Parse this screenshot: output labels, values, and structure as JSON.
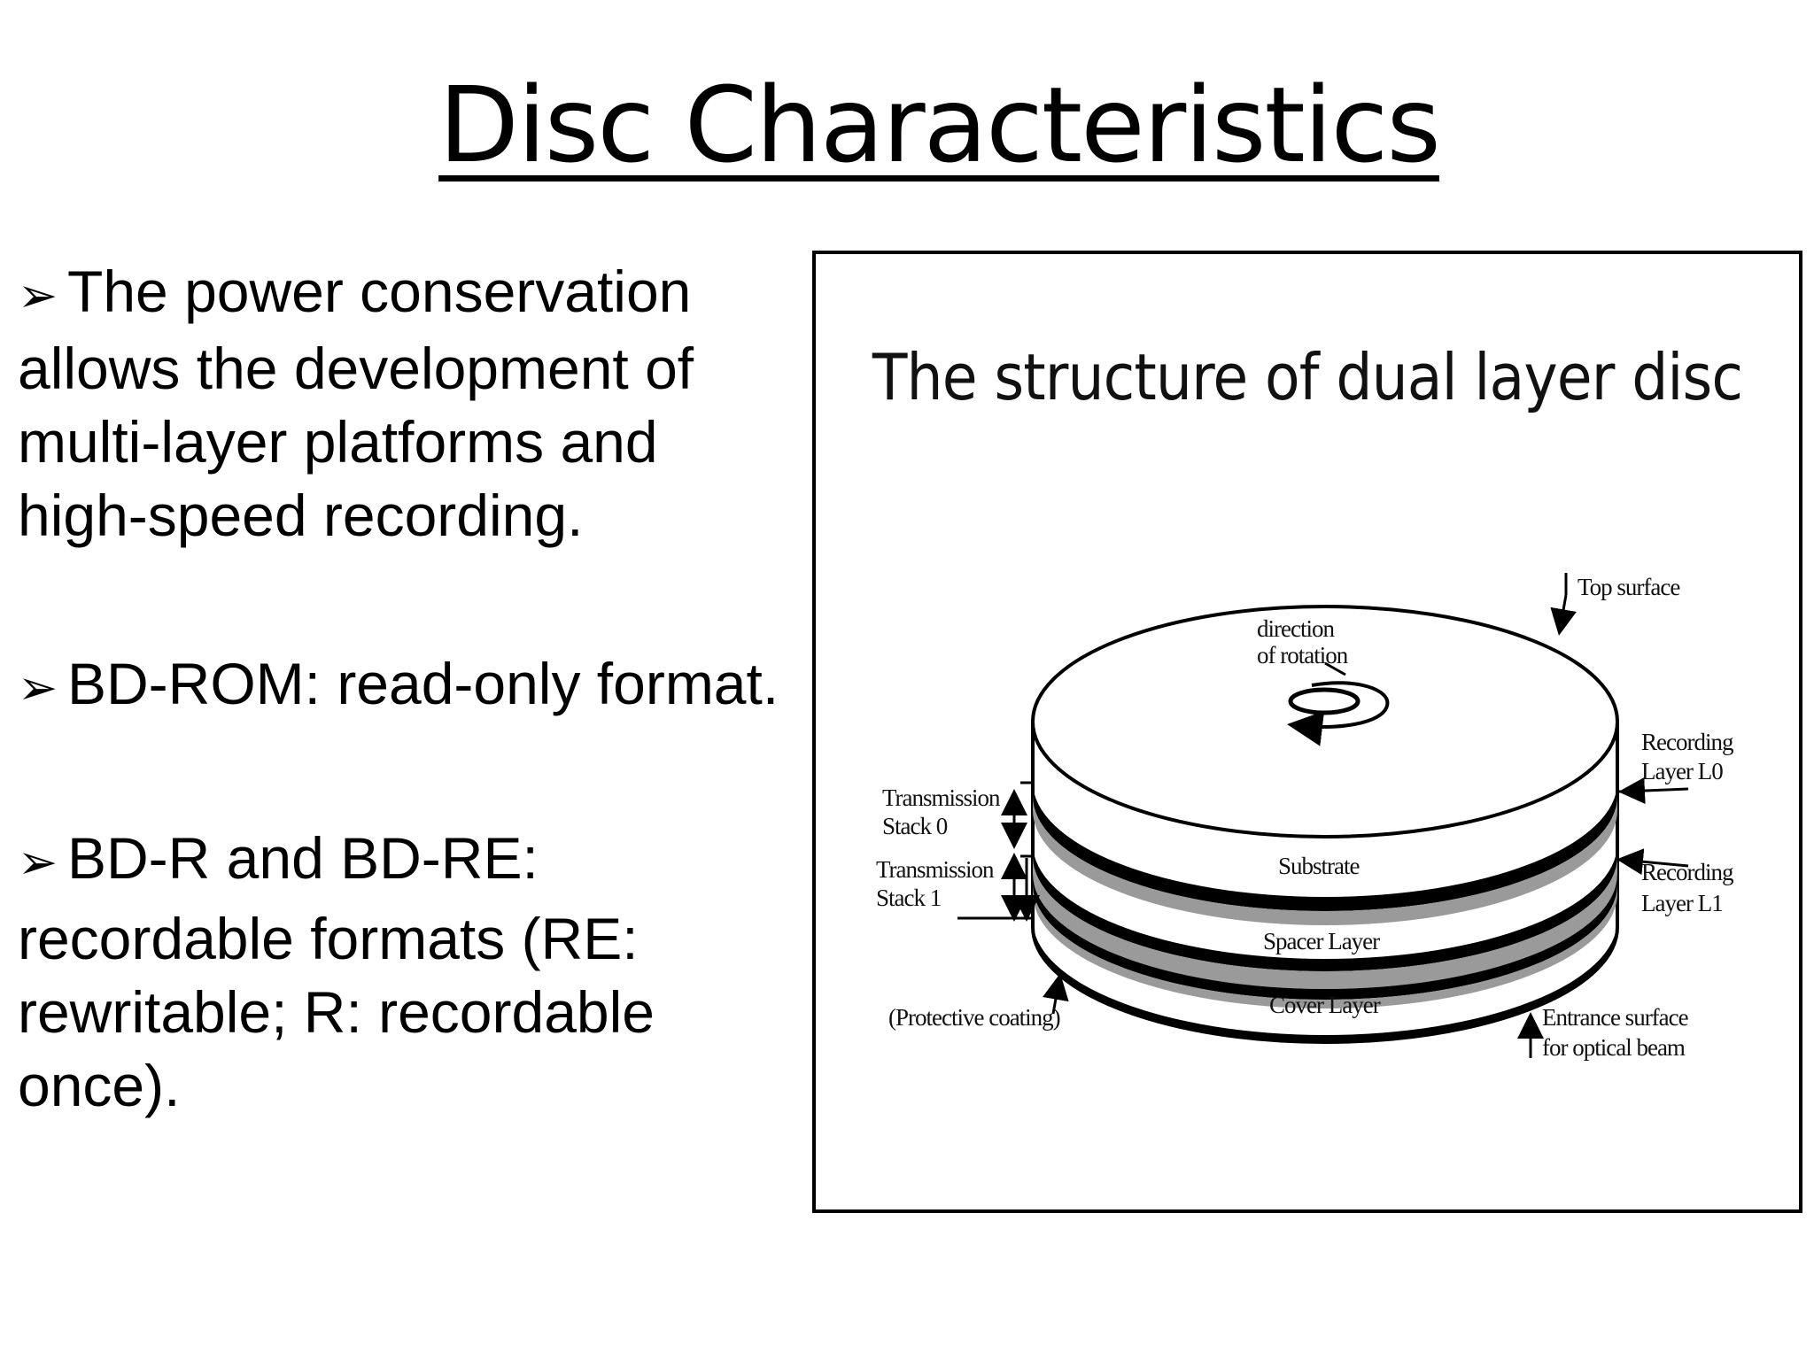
{
  "slide": {
    "title": "Disc Characteristics"
  },
  "bullets": [
    {
      "marker": "➢",
      "lines": [
        "The power conservation",
        "allows the development of",
        "multi-layer platforms and",
        "high-speed recording."
      ]
    },
    {
      "marker": "➢",
      "lines": [
        "BD-ROM: read-only format."
      ]
    },
    {
      "marker": "➢",
      "lines": [
        "BD-R and BD-RE:",
        "recordable formats (RE:",
        "rewritable; R: recordable",
        "once)."
      ]
    }
  ],
  "figure": {
    "title": "The structure of dual layer disc",
    "labels": {
      "top_surface": "Top surface",
      "direction_1": "direction",
      "direction_2": "of rotation",
      "recording_l0_1": "Recording",
      "recording_l0_2": "Layer L0",
      "recording_l1_1": "Recording",
      "recording_l1_2": "Layer L1",
      "transmission0_1": "Transmission",
      "transmission0_2": "Stack 0",
      "transmission1_1": "Transmission",
      "transmission1_2": "Stack 1",
      "substrate": "Substrate",
      "spacer": "Spacer Layer",
      "cover": "Cover Layer",
      "protective": "(Protective coating)",
      "entrance_1": "Entrance surface",
      "entrance_2": "for optical beam"
    }
  }
}
